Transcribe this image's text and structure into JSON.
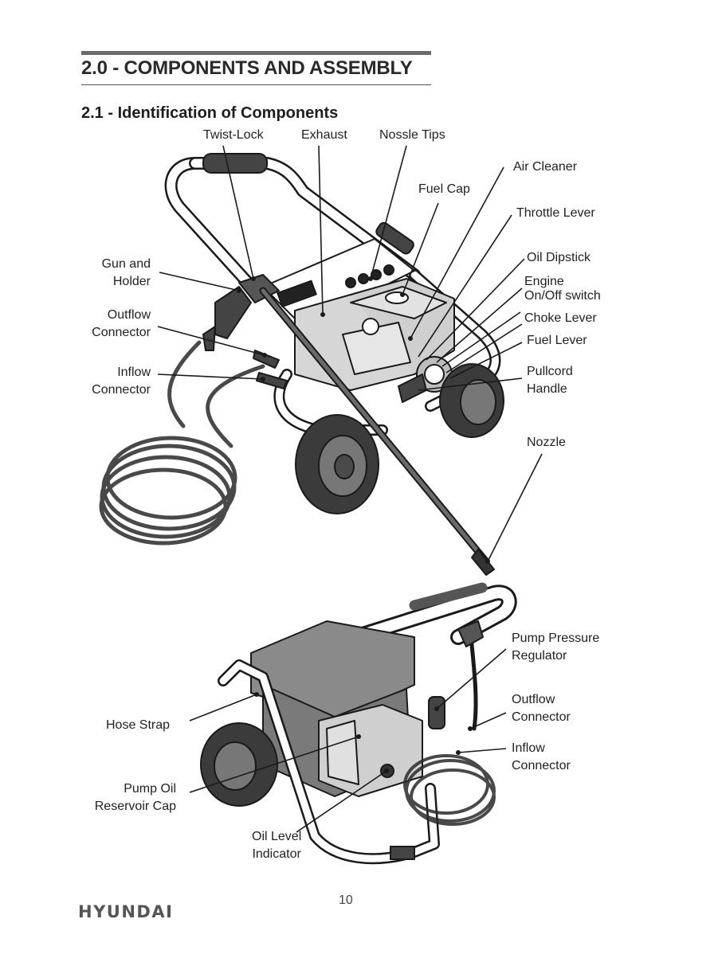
{
  "section_title": "2.0 - COMPONENTS AND ASSEMBLY",
  "subsection_title": "2.1 - Identification of Components",
  "top_labels": {
    "twist_lock": "Twist-Lock",
    "exhaust": "Exhaust",
    "nossle_tips": "Nossle Tips",
    "air_cleaner": "Air Cleaner",
    "fuel_cap": "Fuel Cap",
    "throttle_lever": "Throttle Lever",
    "oil_dipstick": "Oil Dipstick",
    "engine_switch": "Engine\nOn/Off switch",
    "choke_lever": "Choke Lever",
    "fuel_lever": "Fuel Lever",
    "pullcord_handle": "Pullcord\nHandle",
    "nozzle": "Nozzle",
    "gun_holder": "Gun and\nHolder",
    "outflow_connector": "Outflow\nConnector",
    "inflow_connector": "Inflow\nConnector"
  },
  "bottom_labels": {
    "pump_pressure_regulator": "Pump Pressure\nRegulator",
    "outflow_connector": "Outflow\nConnector",
    "inflow_connector": "Inflow\nConnector",
    "hose_strap": "Hose Strap",
    "pump_oil_cap": "Pump Oil\nReservoir Cap",
    "oil_level_indicator": "Oil Level\nIndicator"
  },
  "page_number": "10",
  "brand_logo": "HYUNDAI"
}
